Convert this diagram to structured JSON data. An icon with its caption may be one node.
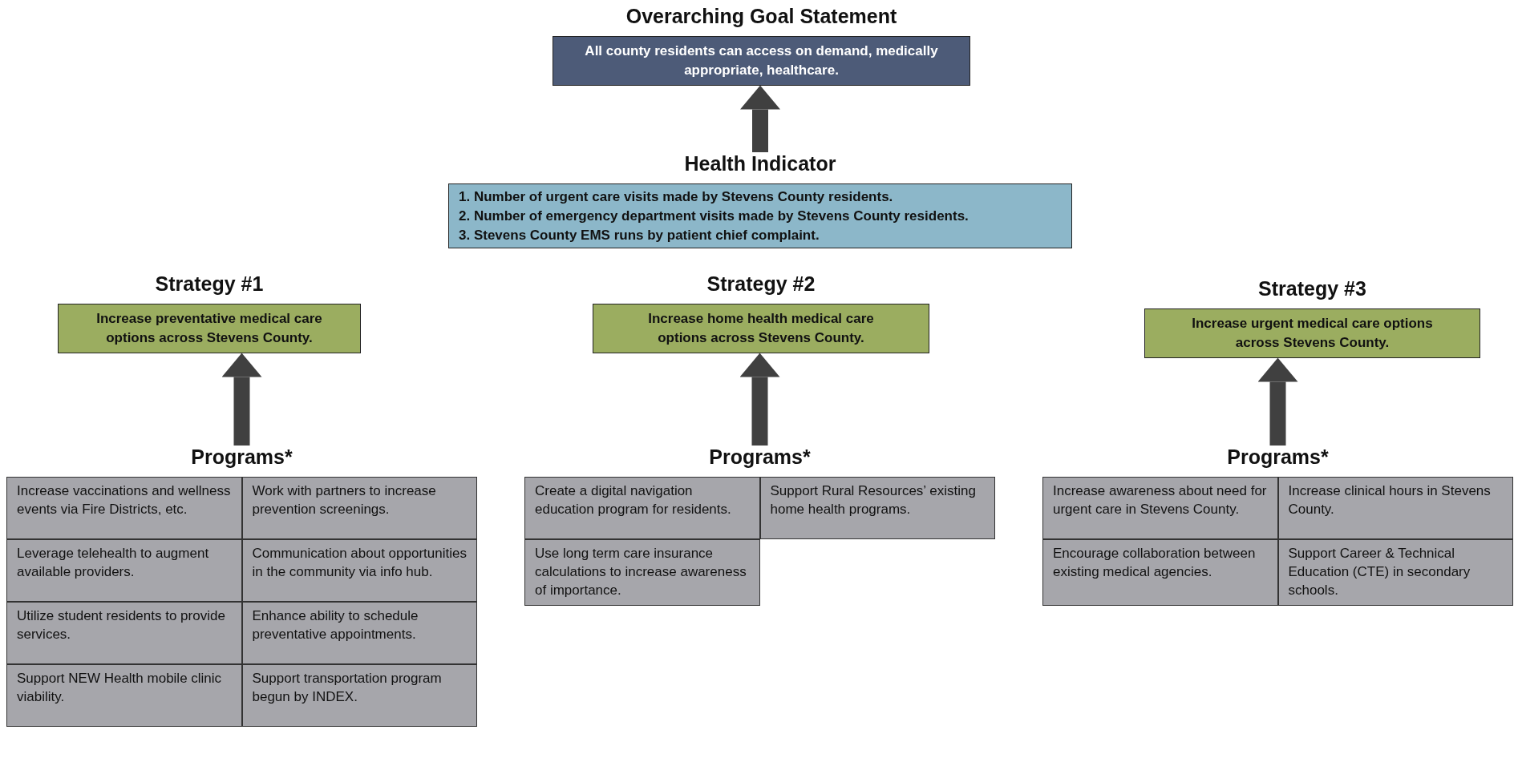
{
  "diagram": {
    "nodes": [
      {
        "text": [
          "Overarching Goal Statement",
          "All county residents can access on demand, medically appropriate, healthcare."
        ]
      },
      {
        "text": [
          "Health Indicator",
          "1. Number of urgent care visits made by Stevens County residents.",
          "2. Number of emergency department visits made by Stevens County residents.",
          "3. Stevens County EMS runs by patient chief complaint."
        ]
      },
      {
        "text": [
          "Strategy #1",
          "Increase preventative medical care options across Stevens County."
        ]
      },
      {
        "text": [
          "Strategy #2",
          "Increase home health medical care options across Stevens County."
        ]
      },
      {
        "text": [
          "Strategy #3",
          "Increase urgent medical care options across Stevens County."
        ]
      },
      {
        "text": [
          "Programs*"
        ]
      },
      {
        "text": [
          "Increase vaccinations and wellness events via Fire Districts, etc."
        ],
        "in": 5
      },
      {
        "text": [
          "Work with partners to increase prevention screenings."
        ],
        "in": 5
      },
      {
        "text": [
          "Leverage telehealth to augment available providers."
        ],
        "in": 5
      },
      {
        "text": [
          "Communication about opportunities in the community via info hub."
        ],
        "in": 5
      },
      {
        "text": [
          "Utilize student residents to provide services."
        ],
        "in": 5
      },
      {
        "text": [
          "Enhance ability to schedule preventative appointments."
        ],
        "in": 5
      },
      {
        "text": [
          "Support NEW Health mobile clinic viability."
        ],
        "in": 5
      },
      {
        "text": [
          "Support transportation program begun by INDEX."
        ],
        "in": 5
      },
      {
        "text": [
          "Programs*"
        ]
      },
      {
        "text": [
          "Create a digital navigation education program for residents."
        ],
        "in": 14
      },
      {
        "text": [
          "Support Rural Resources’ existing home health programs."
        ],
        "in": 14
      },
      {
        "text": [
          "Use long term care insurance calculations to increase awareness of importance."
        ],
        "in": 14
      },
      {
        "text": [
          "Programs*"
        ]
      },
      {
        "text": [
          "Increase awareness about need for urgent care in Stevens County."
        ],
        "in": 18
      },
      {
        "text": [
          "Increase clinical hours in Stevens County."
        ],
        "in": 18
      },
      {
        "text": [
          "Encourage collaboration between existing medical agencies."
        ],
        "in": 18
      },
      {
        "text": [
          "Support Career & Technical Education (CTE) in secondary schools."
        ],
        "in": 18
      }
    ],
    "edges": [
      {
        "from": 1,
        "to": 0,
        "arrow": "to"
      },
      {
        "from": 5,
        "to": 2,
        "arrow": "to"
      },
      {
        "from": 14,
        "to": 3,
        "arrow": "to"
      },
      {
        "from": 18,
        "to": 4,
        "arrow": "to"
      }
    ]
  }
}
